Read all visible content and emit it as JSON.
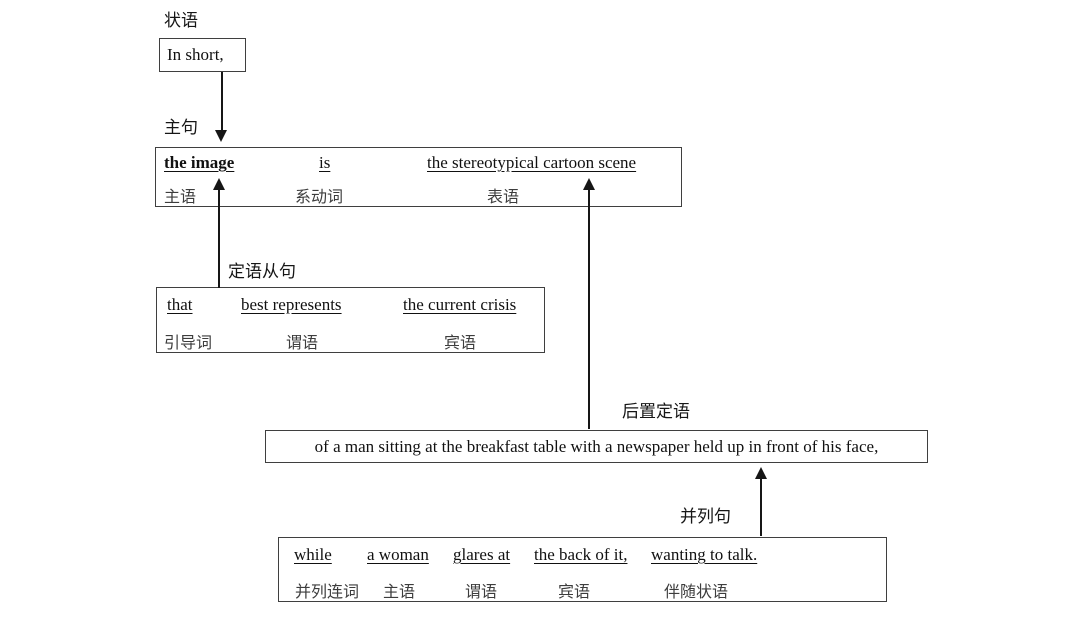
{
  "adverbial": {
    "label": "状语",
    "box_text": "In short,"
  },
  "main_clause": {
    "label": "主句",
    "columns": [
      {
        "word": "the image",
        "role": "主语"
      },
      {
        "word": "is",
        "role": "系动词"
      },
      {
        "word": "the stereotypical cartoon scene",
        "role": "表语"
      }
    ]
  },
  "attributive_clause": {
    "label": "定语从句",
    "columns": [
      {
        "word": "that",
        "role": "引导词"
      },
      {
        "word": "best represents",
        "role": "谓语"
      },
      {
        "word": "the current crisis",
        "role": "宾语"
      }
    ]
  },
  "post_attributive": {
    "label": "后置定语",
    "text": "of a man sitting at the breakfast table with a newspaper held up in front of his face,"
  },
  "coordinate_clause": {
    "label": "并列句",
    "columns": [
      {
        "word": "while",
        "role": "并列连词"
      },
      {
        "word": "a woman",
        "role": "主语"
      },
      {
        "word": "glares at",
        "role": "谓语"
      },
      {
        "word": "the back of it,",
        "role": "宾语"
      },
      {
        "word": "wanting to talk.",
        "role": "伴随状语"
      }
    ]
  },
  "colors": {
    "background": "#ffffff",
    "english_text": "#111111",
    "role_text": "#3d3d3d",
    "box_border": "#3f3f3f",
    "arrow": "#161616"
  }
}
